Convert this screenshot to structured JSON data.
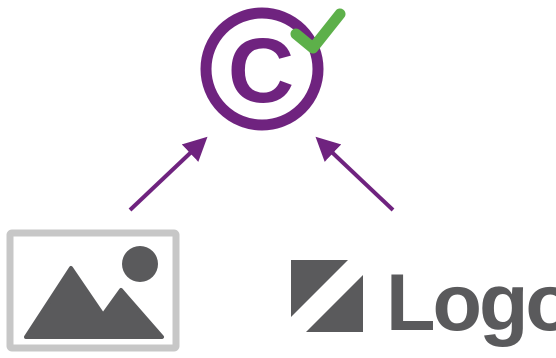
{
  "diagram": {
    "copyright_symbol": {
      "icon": "copyright-icon",
      "letter": "C",
      "color": "#6f237f"
    },
    "check_mark": {
      "icon": "check-icon",
      "color": "#5db04a"
    },
    "arrows": {
      "color": "#6f237f",
      "items": [
        {
          "from": "image-placeholder",
          "to": "copyright-symbol"
        },
        {
          "from": "logo",
          "to": "copyright-symbol"
        }
      ]
    },
    "image_placeholder": {
      "icon": "image-icon",
      "frame_color": "#c7c7c7",
      "fill_color": "#5a5a5c"
    },
    "logo": {
      "icon": "logo-mark-icon",
      "text": "Logo",
      "color": "#5a5a5c"
    }
  }
}
